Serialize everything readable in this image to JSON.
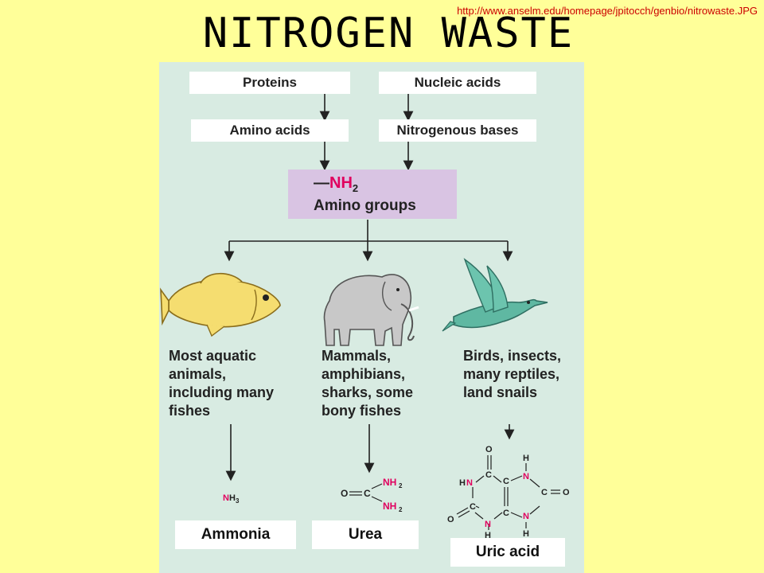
{
  "source_url": "http://www.anselm.edu/homepage/jpitocch/genbio/nitrowaste.JPG",
  "title": "NITROGEN WASTE",
  "sources": {
    "left_top": "Proteins",
    "left_bottom": "Amino acids",
    "right_top": "Nucleic acids",
    "right_bottom": "Nitrogenous bases"
  },
  "amino_groups": {
    "formula_dash": "—",
    "formula_n": "NH",
    "formula_sub": "2",
    "label": "Amino groups"
  },
  "groups": [
    {
      "animal": "fish",
      "lines": [
        "Most aquatic",
        "animals,",
        "including many",
        "fishes"
      ],
      "product": "Ammonia"
    },
    {
      "animal": "elephant",
      "lines": [
        "Mammals,",
        "amphibians,",
        "sharks, some",
        "bony fishes"
      ],
      "product": "Urea"
    },
    {
      "animal": "hummingbird",
      "lines": [
        "Birds, insects,",
        "many reptiles,",
        "land snails"
      ],
      "product": "Uric acid"
    }
  ],
  "chemistry": {
    "ammonia": {
      "n": "N",
      "h": "H",
      "sub": "3"
    },
    "urea": {
      "o": "O",
      "c": "C",
      "nh": "NH",
      "sub": "2"
    },
    "uric": {
      "o": "O",
      "c": "C",
      "n": "N",
      "h": "H",
      "hn": "HN"
    }
  },
  "colors": {
    "background": "#ffff99",
    "panel": "#d8ebe2",
    "amino_box": "#d9c4e3",
    "nitrogen": "#e0005e",
    "url": "#cc0000"
  }
}
